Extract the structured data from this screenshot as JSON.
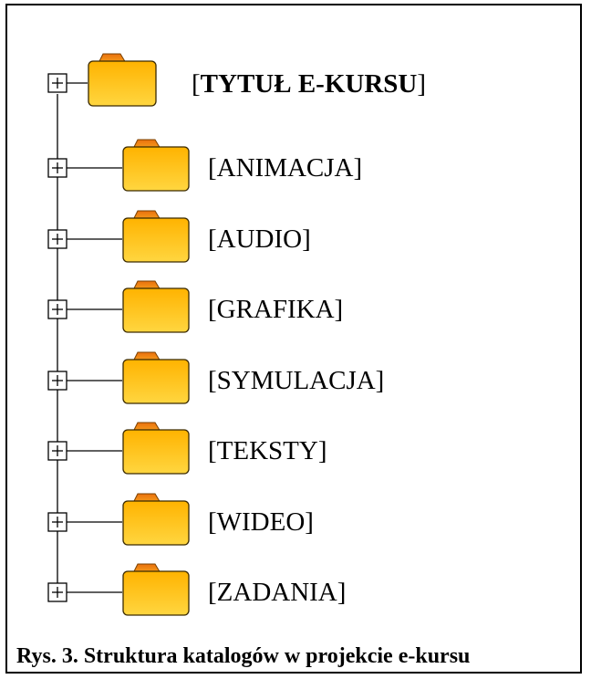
{
  "diagram": {
    "root": {
      "bracket_open": "[",
      "label": "TYTUŁ E-KURSU",
      "bracket_close": "]"
    },
    "children": [
      {
        "label": "[ANIMACJA]"
      },
      {
        "label": "[AUDIO]"
      },
      {
        "label": "[GRAFIKA]"
      },
      {
        "label": "[SYMULACJA]"
      },
      {
        "label": "[TEKSTY]"
      },
      {
        "label": "[WIDEO]"
      },
      {
        "label": "[ZADANIA]"
      }
    ],
    "expander_glyph": "+",
    "folder_color": "#ffc000",
    "folder_tab_color": "#f0901a"
  },
  "caption": "Rys. 3. Struktura katalogów w projekcie e-kursu"
}
